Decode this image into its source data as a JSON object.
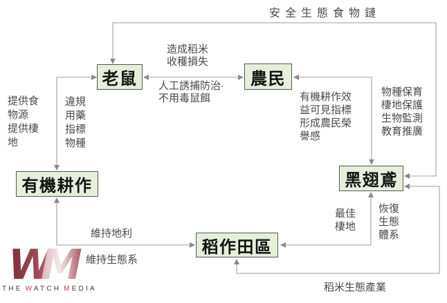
{
  "diagram": {
    "title": "安全生態食物鏈",
    "nodes": {
      "rat": "老鼠",
      "farmer": "農民",
      "organic_farming": "有機耕作",
      "black_winged_kite": "黑翅鳶",
      "rice_paddy": "稻作田區"
    },
    "labels": {
      "rice_loss": "造成稻米\n收穫損失",
      "manual_trapping": "人工誘捕防治·\n不用毒鼠餌",
      "provide_food_habitat": "提供食\n物源\n提供棲\n地",
      "pesticide_indicator": "違規\n用藥\n指標\n物種",
      "organic_benefit": "有機耕作效\n益可見指標\n形成農民榮\n譽感",
      "conservation_actions": "物種保育\n棲地保護\n生物監測\n教育推廣",
      "best_habitat": "最佳\n棲地",
      "restore_ecosystem": "恢復\n生態\n體系",
      "maintain_fertility": "維持地利",
      "maintain_ecosystem": "維持生態系",
      "rice_eco_industry": "稻米生態產業"
    }
  },
  "watermark": {
    "mark_w": "W",
    "mark_m": "M",
    "parts": [
      "THE",
      "W",
      "ATCH",
      "M",
      "EDIA"
    ]
  },
  "colors": {
    "node_fill": "#e5efdc",
    "node_border": "#565656",
    "connector": "#b0b0b0",
    "arrowhead": "#8a8a8a",
    "label_text": "#4a4a4a",
    "node_text": "#141414",
    "logo_maroon": "#7c2d3a",
    "logo_accent": "#b5414f"
  }
}
